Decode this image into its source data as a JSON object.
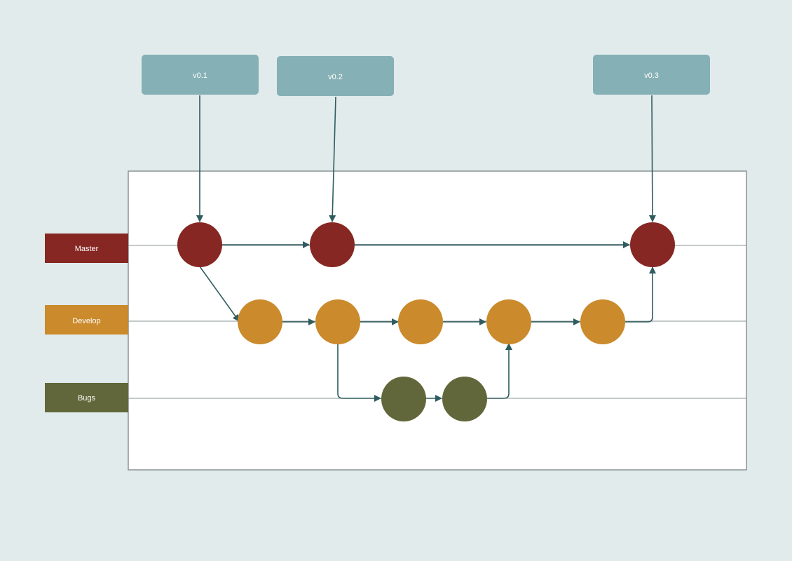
{
  "colors": {
    "background": "#e1ebec",
    "panel": "#ffffff",
    "panel_border": "#8a9394",
    "lane_line": "#8a9394",
    "edge": "#2f5c5f",
    "version_box": "#85b0b5",
    "master": "#862723",
    "develop": "#cb8a2b",
    "bugs": "#61673a",
    "label_text": "#ffffff"
  },
  "versions": [
    {
      "id": "v01",
      "label": "v0.1"
    },
    {
      "id": "v02",
      "label": "v0.2"
    },
    {
      "id": "v03",
      "label": "v0.3"
    }
  ],
  "lanes": [
    {
      "id": "master",
      "label": "Master",
      "color": "#862723"
    },
    {
      "id": "develop",
      "label": "Develop",
      "color": "#cb8a2b"
    },
    {
      "id": "bugs",
      "label": "Bugs",
      "color": "#61673a"
    }
  ],
  "nodes": [
    {
      "id": "m1",
      "lane": "master"
    },
    {
      "id": "m2",
      "lane": "master"
    },
    {
      "id": "m3",
      "lane": "master"
    },
    {
      "id": "d1",
      "lane": "develop"
    },
    {
      "id": "d2",
      "lane": "develop"
    },
    {
      "id": "d3",
      "lane": "develop"
    },
    {
      "id": "d4",
      "lane": "develop"
    },
    {
      "id": "d5",
      "lane": "develop"
    },
    {
      "id": "b1",
      "lane": "bugs"
    },
    {
      "id": "b2",
      "lane": "bugs"
    }
  ],
  "edges": [
    {
      "from": "v01",
      "to": "m1"
    },
    {
      "from": "v02",
      "to": "m2"
    },
    {
      "from": "v03",
      "to": "m3"
    },
    {
      "from": "m1",
      "to": "m2"
    },
    {
      "from": "m2",
      "to": "m3"
    },
    {
      "from": "m1",
      "to": "d1"
    },
    {
      "from": "d1",
      "to": "d2"
    },
    {
      "from": "d2",
      "to": "d3"
    },
    {
      "from": "d3",
      "to": "d4"
    },
    {
      "from": "d4",
      "to": "d5"
    },
    {
      "from": "d5",
      "to": "m3"
    },
    {
      "from": "d2",
      "to": "b1"
    },
    {
      "from": "b1",
      "to": "b2"
    },
    {
      "from": "b2",
      "to": "d4"
    }
  ]
}
